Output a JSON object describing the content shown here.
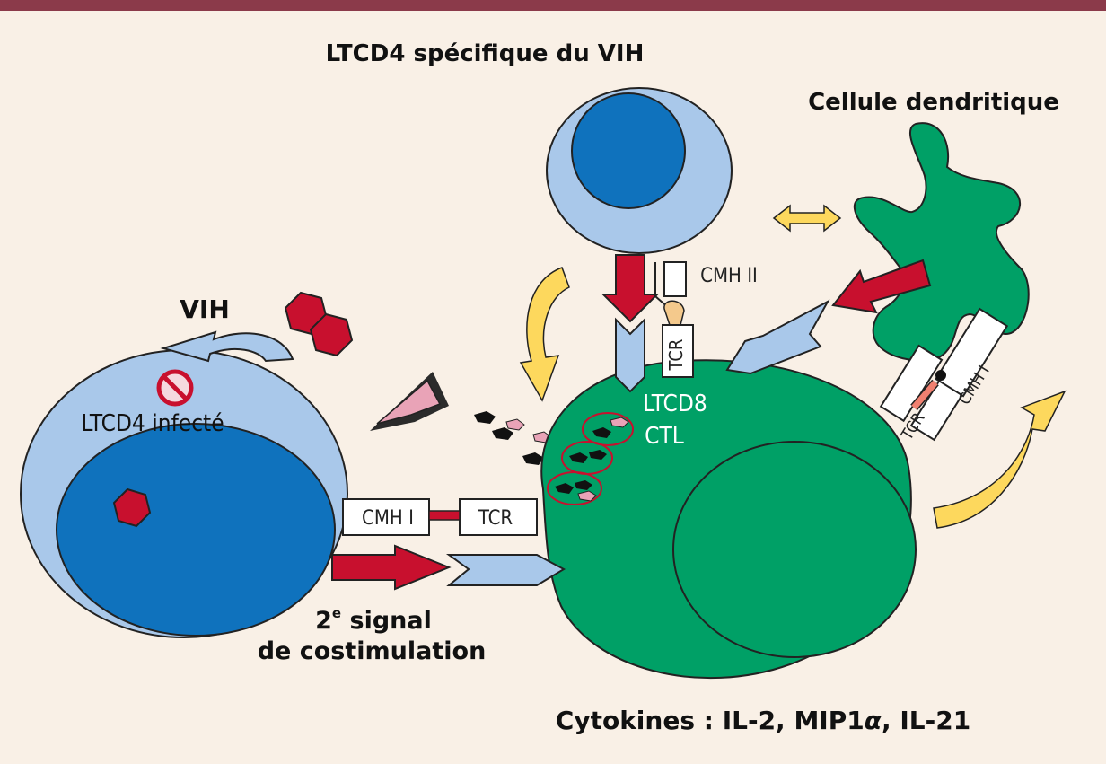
{
  "labels": {
    "ltcd4_specific": "LTCD4 spécifique du VIH",
    "dendritic_cell": "Cellule dendritique",
    "vih": "VIH",
    "infected_cd4": "LTCD4 infecté",
    "cmh_ii": "CMH II",
    "tcr_top": "TCR",
    "ltcd8": "LTCD8",
    "ctl": "CTL",
    "cmh_i_left": "CMH I",
    "tcr_left": "TCR",
    "tcr_right": "TCR",
    "cmh_i_right": "CMH I",
    "costim_line1_num": "2",
    "costim_line1_sup": "e",
    "costim_line1_rest": " signal",
    "costim_line2": "de costimulation",
    "cytokines_prefix": "Cytokines : IL-2, MIP1",
    "cytokines_alpha": "α",
    "cytokines_suffix": ", IL-21"
  },
  "colors": {
    "top_bar": "#8b3a4a",
    "background": "#f9f0e6",
    "light_blue": "#a9c8ea",
    "dark_blue": "#0f72bd",
    "green": "#00a066",
    "dark_green": "#006b44",
    "red": "#c8102e",
    "yellow": "#fdd85d",
    "pink": "#e9a3b7"
  }
}
